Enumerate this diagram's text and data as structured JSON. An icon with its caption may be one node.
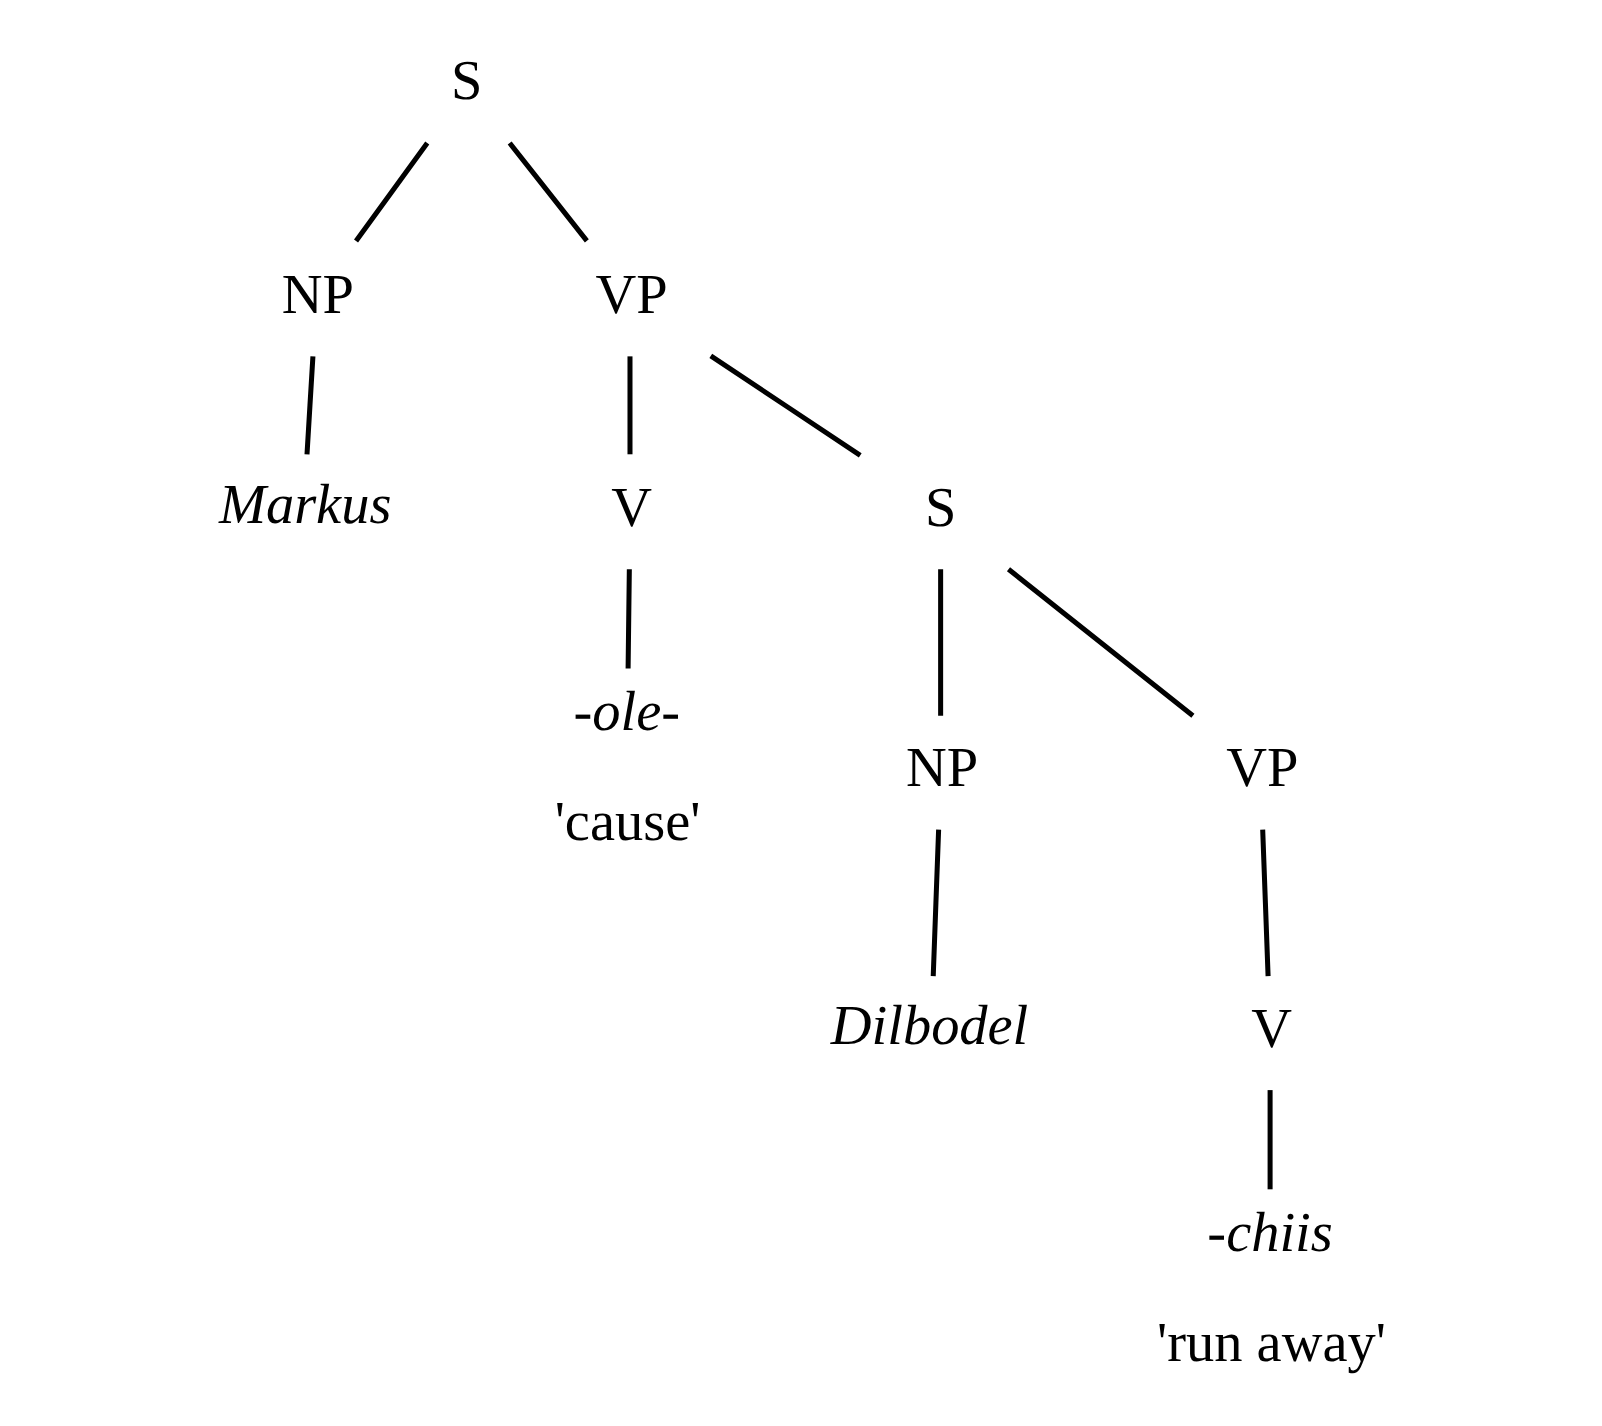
{
  "diagram": {
    "nodes": [
      {
        "text": [
          "S"
        ]
      },
      {
        "text": [
          "NP"
        ]
      },
      {
        "text": [
          "VP"
        ]
      },
      {
        "text": [
          "Markus"
        ]
      },
      {
        "text": [
          "V"
        ]
      },
      {
        "text": [
          "S"
        ]
      },
      {
        "text": [
          "-ole-"
        ],
        "beside": [
          "'cause'"
        ]
      },
      {
        "text": [
          "NP"
        ]
      },
      {
        "text": [
          "VP"
        ]
      },
      {
        "text": [
          "Dilbodel"
        ]
      },
      {
        "text": [
          "V"
        ]
      },
      {
        "text": [
          "-chiis"
        ],
        "beside": [
          "'run away'"
        ]
      }
    ],
    "edges": [
      {
        "from": 0,
        "to": 1,
        "arrow": "none"
      },
      {
        "from": 0,
        "to": 2,
        "arrow": "none"
      },
      {
        "from": 1,
        "to": 3,
        "arrow": "none"
      },
      {
        "from": 2,
        "to": 4,
        "arrow": "none"
      },
      {
        "from": 2,
        "to": 5,
        "arrow": "none"
      },
      {
        "from": 4,
        "to": 6,
        "arrow": "none"
      },
      {
        "from": 5,
        "to": 7,
        "arrow": "none"
      },
      {
        "from": 5,
        "to": 8,
        "arrow": "none"
      },
      {
        "from": 7,
        "to": 9,
        "arrow": "none"
      },
      {
        "from": 8,
        "to": 10,
        "arrow": "none"
      },
      {
        "from": 10,
        "to": 11,
        "arrow": "none"
      }
    ]
  }
}
